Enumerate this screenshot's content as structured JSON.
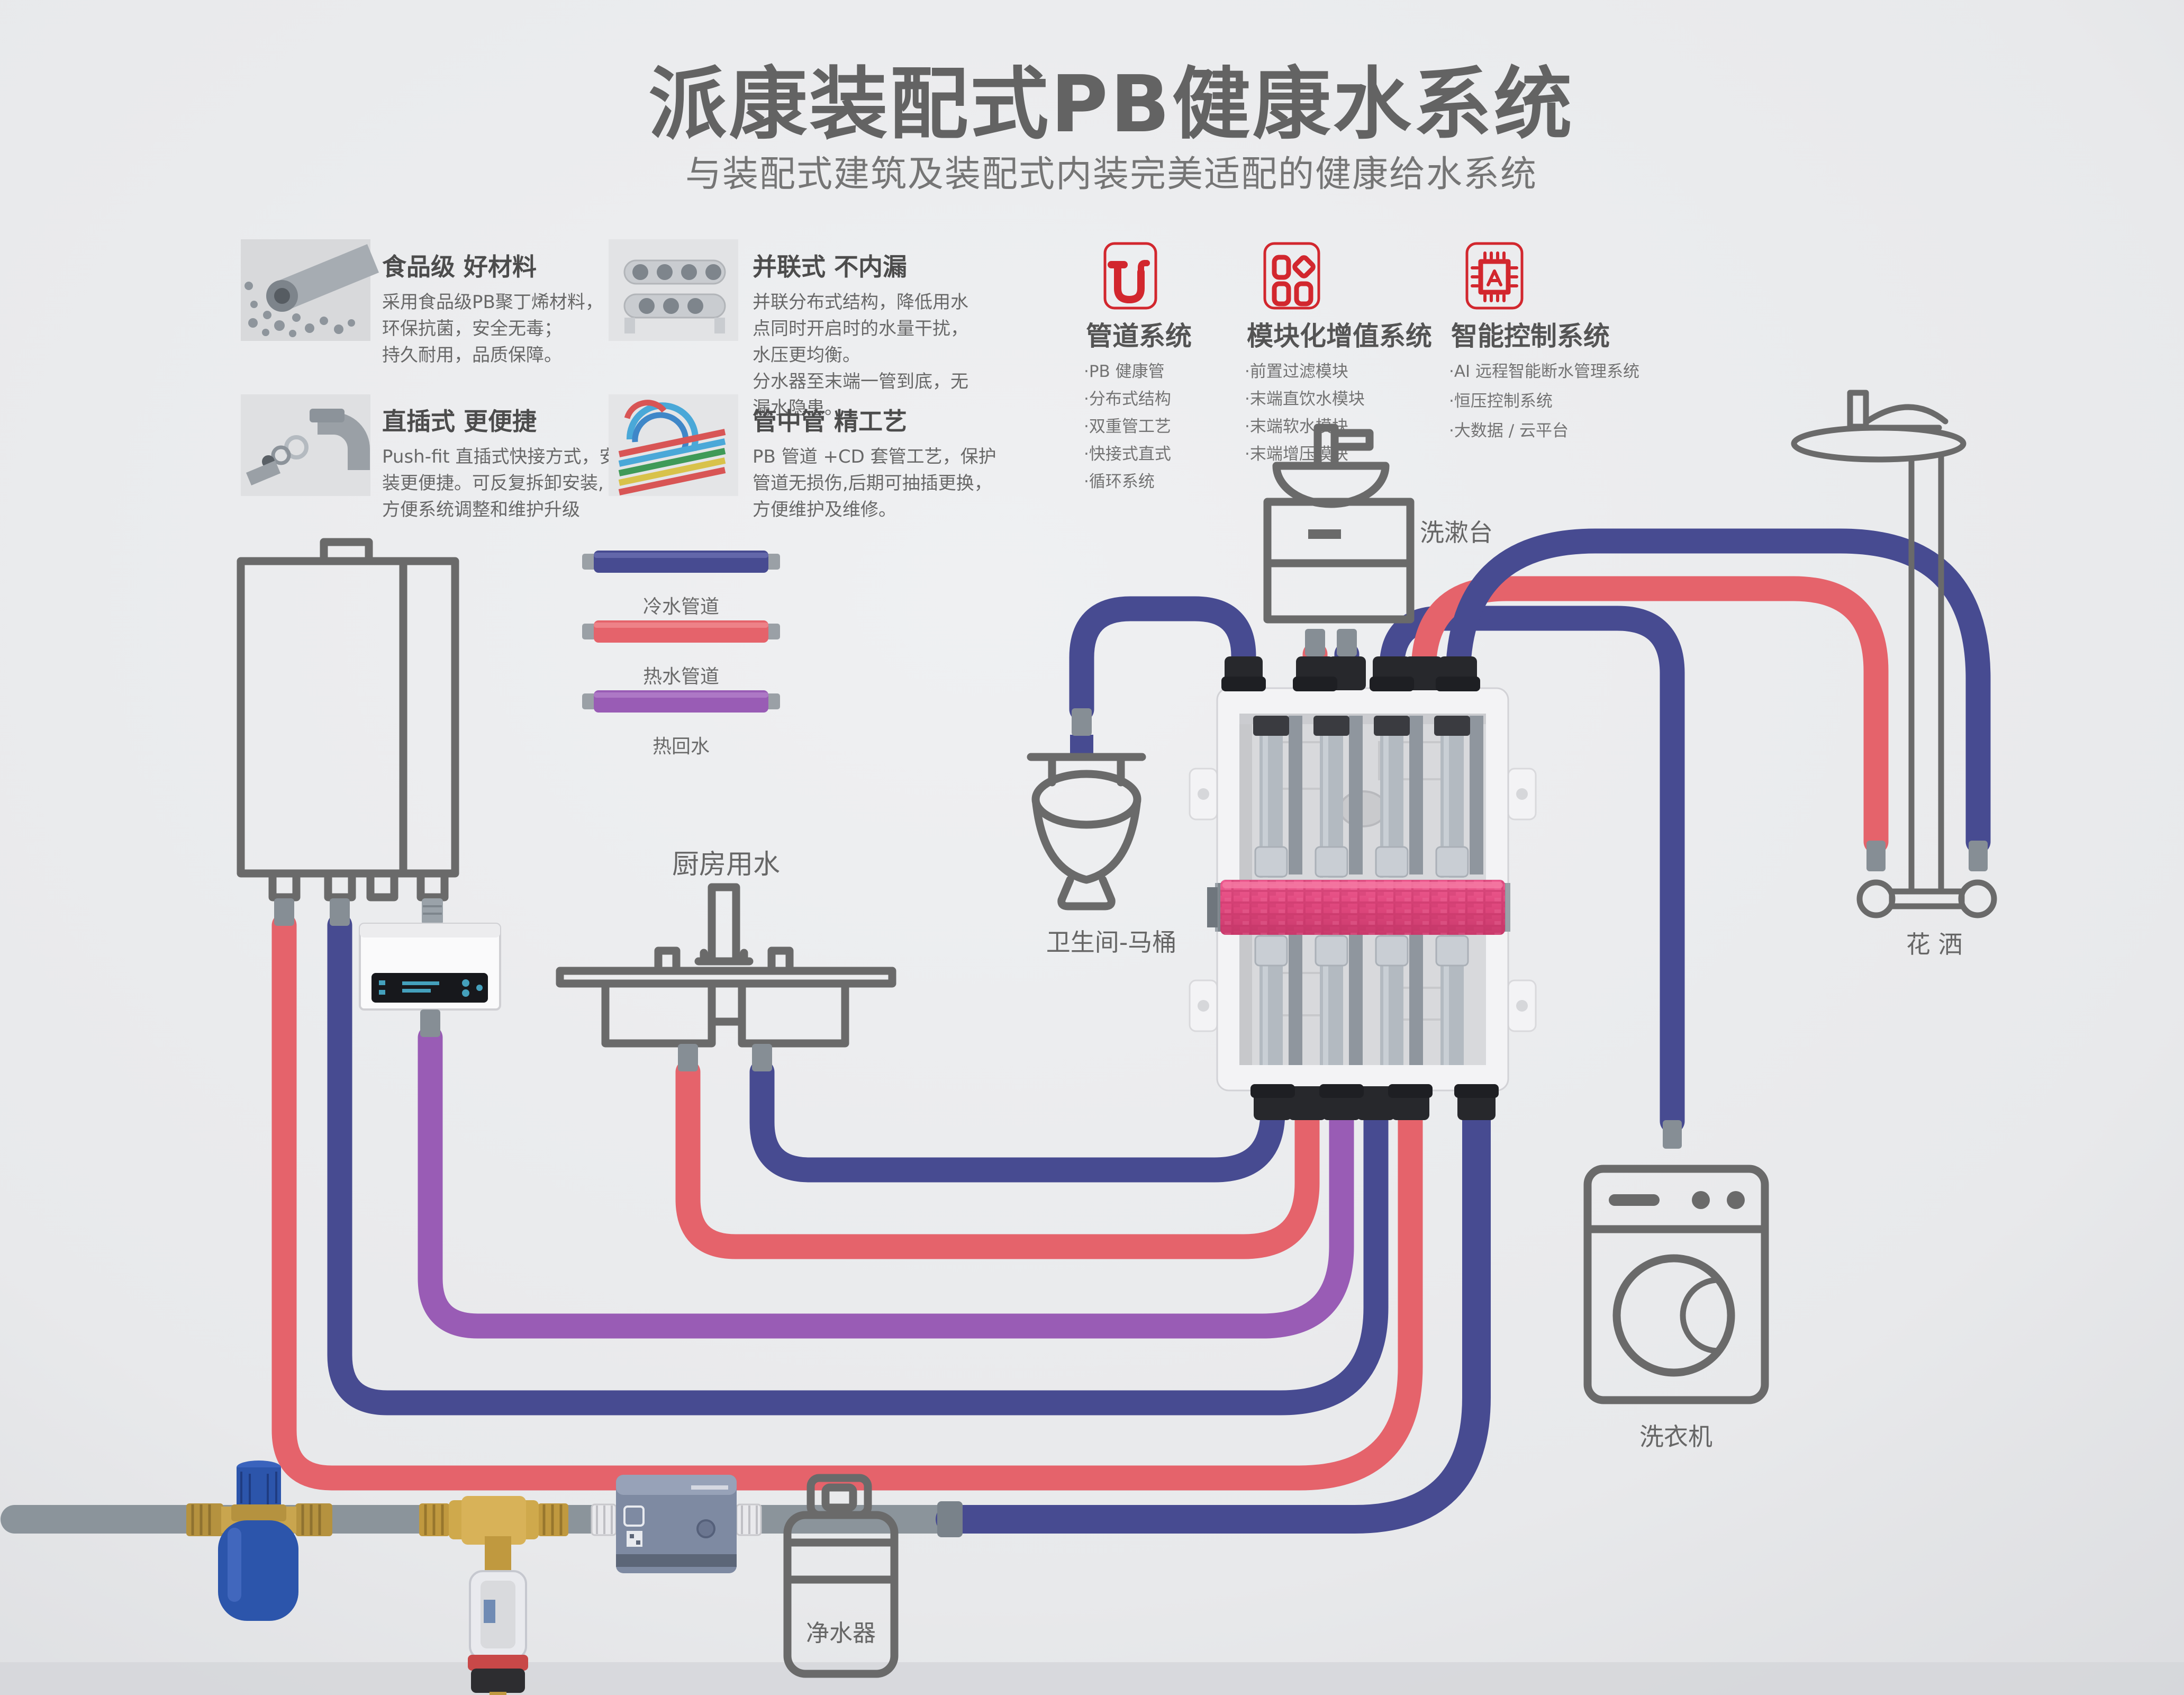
{
  "poster": {
    "title": "派康装配式PB健康水系统",
    "subtitle": "与装配式建筑及装配式内装完美适配的健康给水系统"
  },
  "features": [
    {
      "heading": "食品级 好材料",
      "photo": "pb-pellets-pipe-photo",
      "lines": [
        "采用食品级PB聚丁烯材料，",
        "环保抗菌，安全无毒；",
        "持久耐用，品质保障。"
      ]
    },
    {
      "heading": "并联式 不内漏",
      "photo": "parallel-manifold-photo",
      "lines": [
        "并联分布式结构，降低用水",
        "点同时开启时的水量干扰，",
        "水压更均衡。",
        "分水器至末端一管到底，无",
        "漏水隐患。"
      ]
    },
    {
      "heading": "直插式 更便捷",
      "photo": "push-fit-fitting-photo",
      "lines": [
        "Push-fit 直插式快接方式，安",
        "装更便捷。可反复拆卸安装,",
        "方便系统调整和维护升级"
      ]
    },
    {
      "heading": "管中管 精工艺",
      "photo": "pipe-in-pipe-coils-photo",
      "lines": [
        "PB 管道 +CD 套管工艺，保护",
        "管道无损伤,后期可抽插更换，",
        "方便维护及维修。"
      ]
    }
  ],
  "systems": [
    {
      "name": "管道系统",
      "icon": "pipe-route-icon",
      "items": [
        "·PB 健康管",
        "·分布式结构",
        "·双重管工艺",
        "·快接式直式",
        "·循环系统"
      ]
    },
    {
      "name": "模块化增值系统",
      "icon": "modules-icon",
      "items": [
        "·前置过滤模块",
        "·末端直饮水模块",
        "·末端软水模块",
        "·末端增压模块"
      ]
    },
    {
      "name": "智能控制系统",
      "icon": "smart-chip-icon",
      "items": [
        "·AI 远程智能断水管理系统",
        "·恒压控制系统",
        "·大数据 / 云平台"
      ]
    }
  ],
  "legend": {
    "items": [
      {
        "label": "冷水管道",
        "color": "#474b91"
      },
      {
        "label": "热水管道",
        "color": "#e5636b"
      },
      {
        "label": "热回水",
        "color": "#995cb5"
      }
    ]
  },
  "fixtures": {
    "kitchen": "厨房用水",
    "washbasin": "洗漱台",
    "toilet": "卫生间-马桶",
    "shower": "花 洒",
    "washer": "洗衣机",
    "purifier": "净水器"
  },
  "colors": {
    "cold_pipe": "#474b91",
    "hot_pipe": "#e5636b",
    "return_pipe": "#995cb5",
    "main_gray_pipe": "#8b949b",
    "accent_red": "#d2272e",
    "background": "#eaebed",
    "manifold_pink": "#e0487e"
  }
}
